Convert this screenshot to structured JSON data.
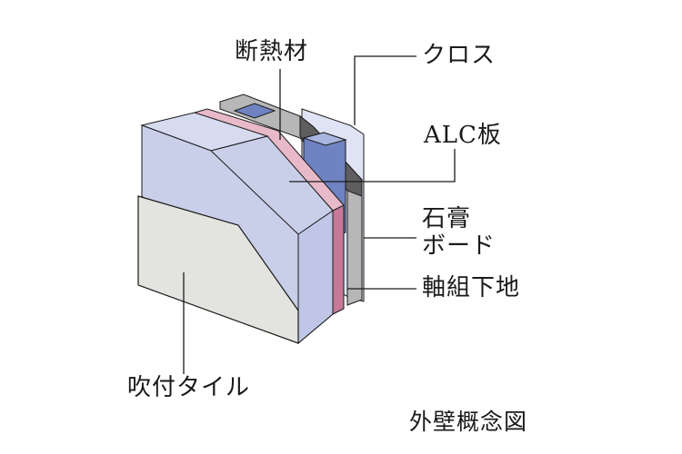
{
  "labels": {
    "insulation": "断熱材",
    "cloth": "クロス",
    "alc_panel": "ALC板",
    "gypsum_board_line1": "石膏",
    "gypsum_board_line2": "ボード",
    "framing": "軸組下地",
    "spray_tile": "吹付タイル"
  },
  "caption": "外壁概念図",
  "colors": {
    "outline": "#1a1a1a",
    "tile_face": "#e3e3e0",
    "alc_face": "#c9cfe9",
    "alc_top": "#d6dbf0",
    "insulation_pink": "#e7b9c9",
    "insulation_side": "#c67896",
    "frame_blue": "#6f83c2",
    "board_grey": "#b7b7b7",
    "board_dark": "#5e5e5e",
    "cloth_face": "#dfe3f3"
  }
}
